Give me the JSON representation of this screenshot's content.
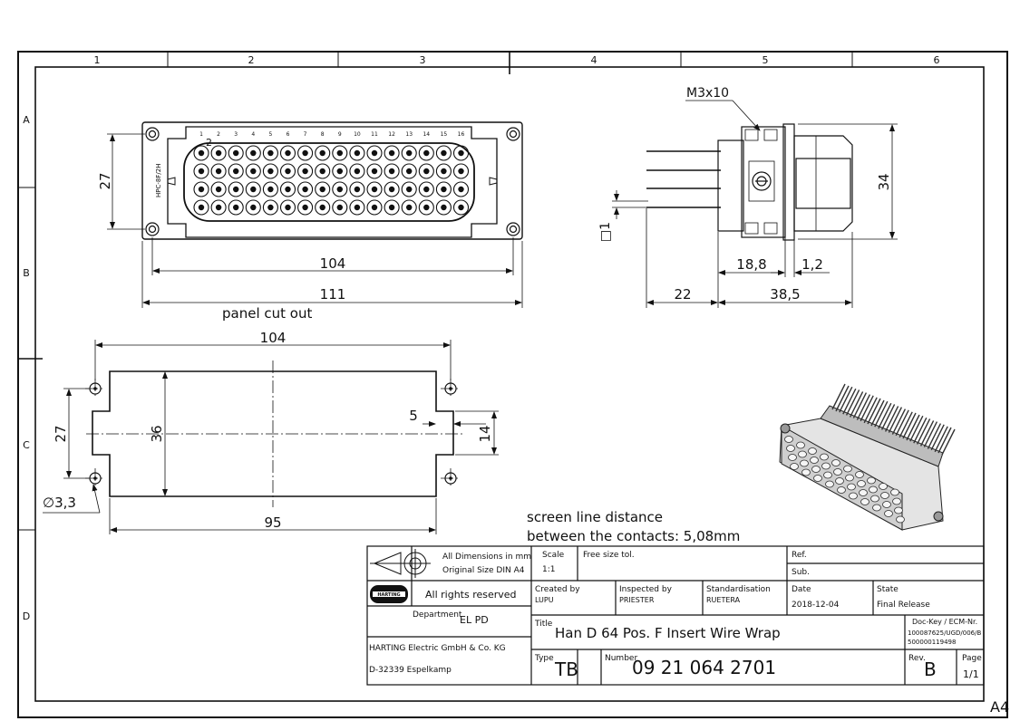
{
  "grid": {
    "columns": [
      "1",
      "2",
      "3",
      "4",
      "5",
      "6"
    ],
    "rows": [
      "A",
      "B",
      "C",
      "D"
    ]
  },
  "front_view": {
    "dim_width_inner": "104",
    "dim_width_outer": "111",
    "dim_height": "27",
    "contact_numbers": [
      "1",
      "2",
      "3",
      "4",
      "5",
      "6",
      "7",
      "8",
      "9",
      "10",
      "11",
      "12",
      "13",
      "14",
      "15",
      "16"
    ],
    "side_marking": "HPC-8F/2H"
  },
  "panel_cutout": {
    "caption": "panel cut out",
    "dim_top": "104",
    "dim_bottom": "95",
    "dim_left": "27",
    "dim_inner_height": "36",
    "dim_notch_depth": "5",
    "dim_notch_height": "14",
    "dim_hole": "∅3,3"
  },
  "side_view": {
    "screw_label": "M3x10",
    "dim_height": "34",
    "dim_pin": "□1",
    "dim_a": "18,8",
    "dim_b": "1,2",
    "dim_c": "22",
    "dim_d": "38,5"
  },
  "note": {
    "line1": "screen line distance",
    "line2": "between the contacts: 5,08mm"
  },
  "title_block": {
    "dims_note_1": "All Dimensions in mm",
    "dims_note_2": "Original Size DIN A4",
    "scale_label": "Scale",
    "scale_value": "1:1",
    "tolerance": "Free size tol.",
    "ref_label": "Ref.",
    "sub_label": "Sub.",
    "logo_text": "HARTING",
    "rights": "All rights reserved",
    "department_label": "Department",
    "department_value": "EL PD",
    "company": "HARTING Electric GmbH & Co. KG",
    "address": "D-32339 Espelkamp",
    "created_label": "Created by",
    "created_value": "LUPU",
    "inspected_label": "Inspected by",
    "inspected_value": "PRIESTER",
    "standard_label": "Standardisation",
    "standard_value": "RUETERA",
    "date_label": "Date",
    "date_value": "2018-12-04",
    "state_label": "State",
    "state_value": "Final Release",
    "title_label": "Title",
    "title_value": "Han D 64 Pos. F Insert Wire Wrap",
    "dockey_label": "Doc-Key / ECM-Nr.",
    "dockey_1": "100087625/UGD/006/B",
    "dockey_2": "500000119498",
    "type_label": "Type",
    "type_value": "TB",
    "number_label": "Number",
    "number_value": "09 21 064 2701",
    "rev_label": "Rev.",
    "rev_value": "B",
    "page_label": "Page",
    "page_value": "1/1"
  },
  "sheet_size": "A4"
}
